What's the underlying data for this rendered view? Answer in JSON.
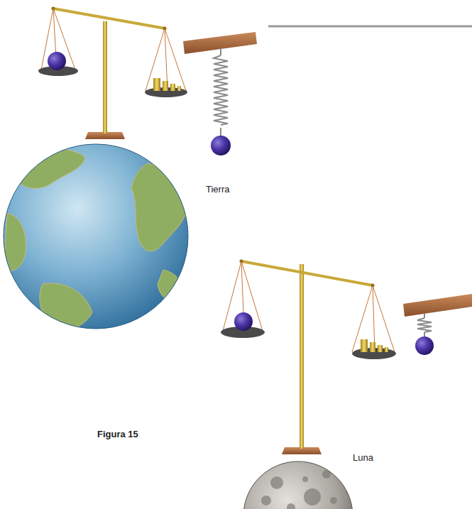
{
  "diagram": {
    "caption": "Figura 15",
    "labels": [
      "Tierra",
      "Luna"
    ]
  }
}
